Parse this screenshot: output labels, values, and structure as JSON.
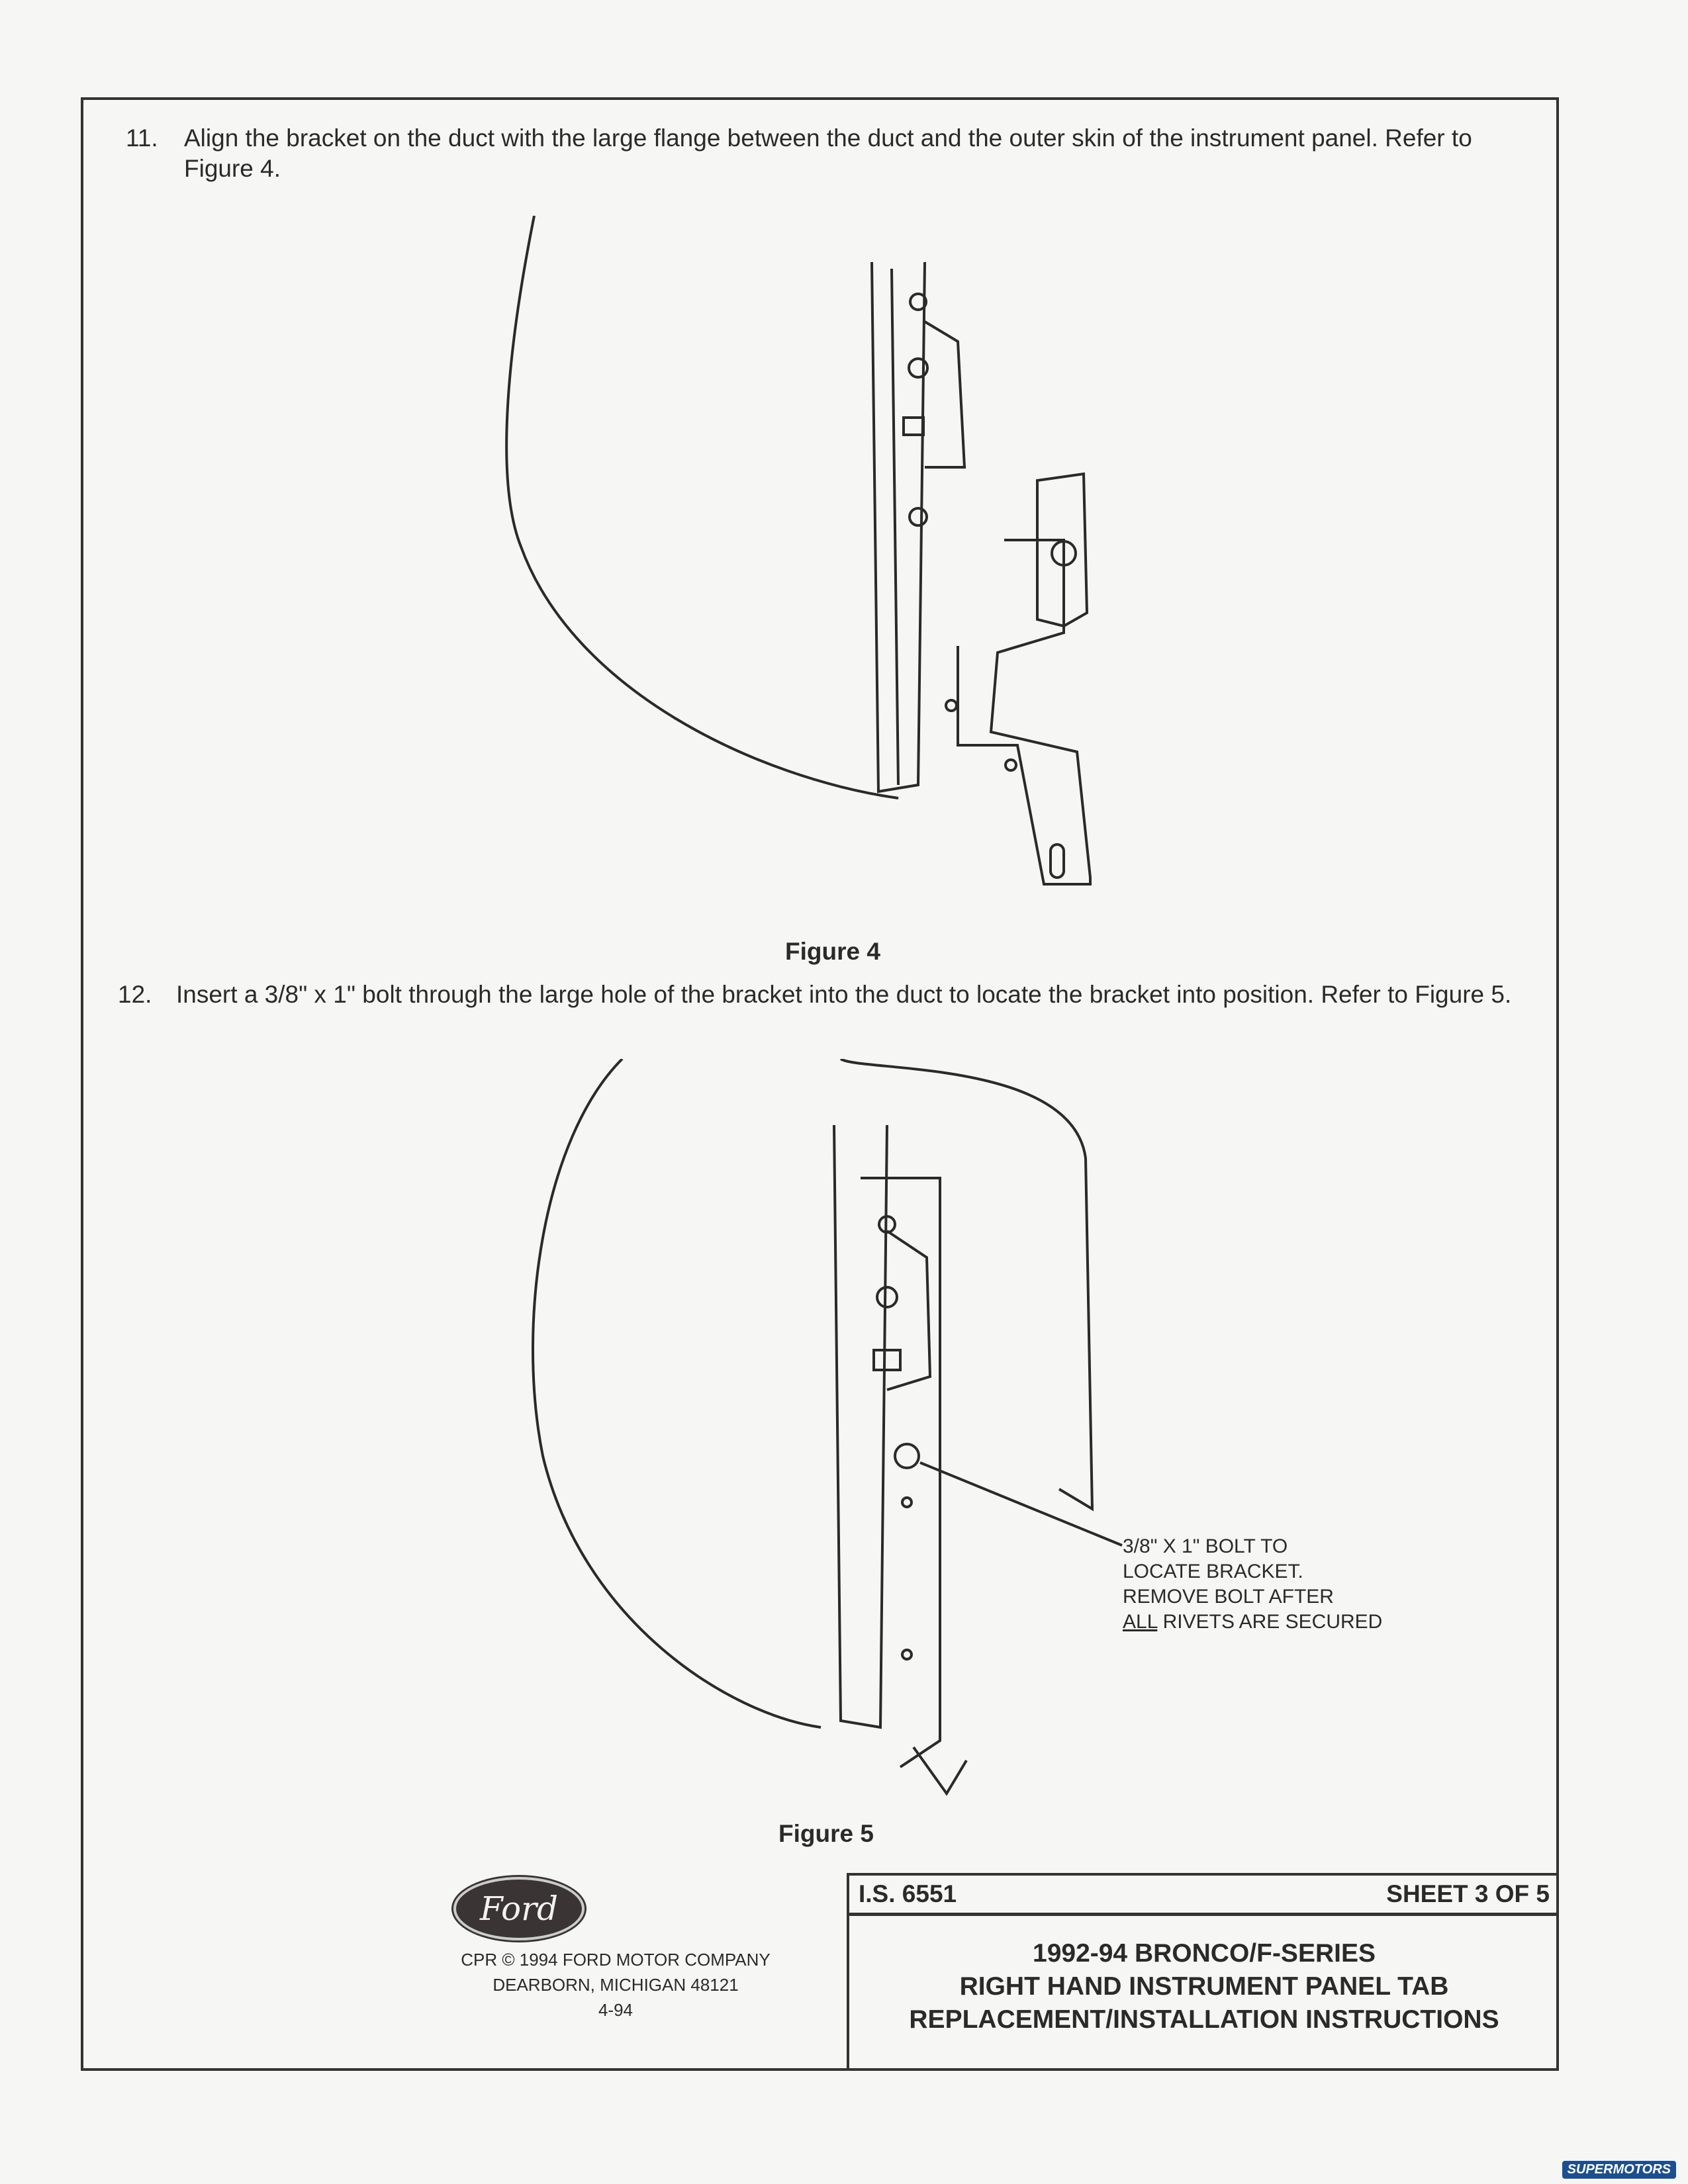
{
  "steps": [
    {
      "number": "11.",
      "text": "Align the bracket on the duct with the large flange between the duct and the outer skin of the instrument panel. Refer to Figure 4."
    },
    {
      "number": "12.",
      "text": "Insert a 3/8\" x 1\" bolt through the large hole of the bracket into the duct to locate the bracket into position. Refer to Figure 5."
    }
  ],
  "figures": [
    {
      "label": "Figure 4"
    },
    {
      "label": "Figure 5"
    }
  ],
  "callout": {
    "line1": "3/8\" X 1\" BOLT TO",
    "line2": "LOCATE BRACKET.",
    "line3": "REMOVE BOLT AFTER",
    "line4_underlined": "ALL",
    "line4_rest": " RIVETS ARE SECURED"
  },
  "title_block": {
    "logo": "Ford",
    "copyright": "CPR © 1994 FORD MOTOR COMPANY",
    "address": "DEARBORN, MICHIGAN 48121",
    "date": "4-94",
    "doc_number": "I.S. 6551",
    "sheet": "SHEET 3 OF 5",
    "title_lines": [
      "1992-94 BRONCO/F-SERIES",
      "RIGHT HAND INSTRUMENT PANEL TAB",
      "REPLACEMENT/INSTALLATION INSTRUCTIONS"
    ]
  },
  "watermark": "SUPERMOTORS"
}
